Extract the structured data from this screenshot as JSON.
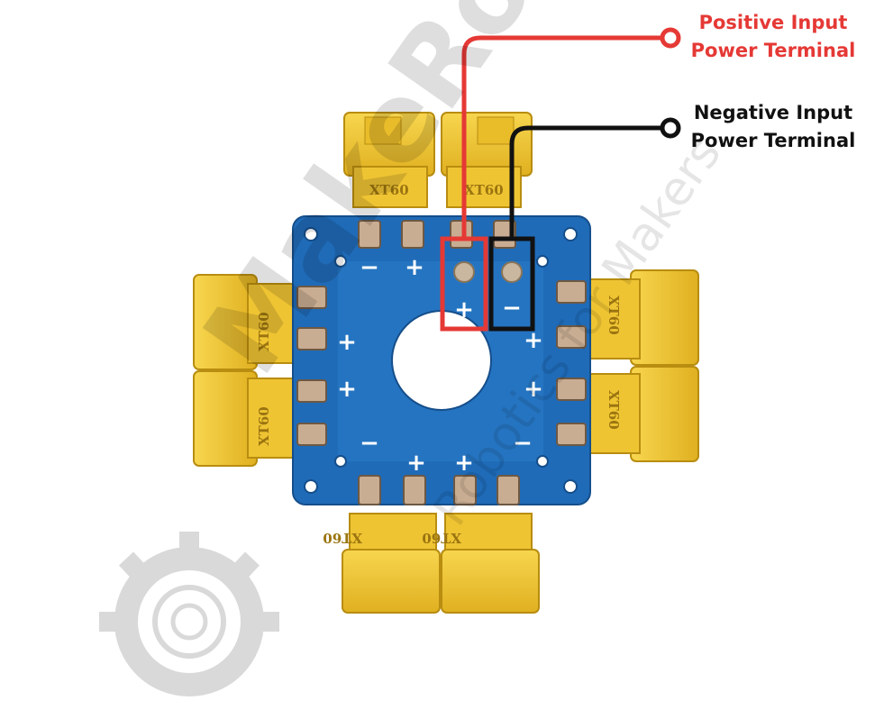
{
  "watermark": {
    "brand": "MakeRobotics",
    "tagline": "Robotics for Makers"
  },
  "annotations": {
    "positive": {
      "line1": "Positive Input",
      "line2": "Power Terminal",
      "color": "#e53935"
    },
    "negative": {
      "line1": "Negative Input",
      "line2": "Power Terminal",
      "color": "#111111"
    }
  },
  "board": {
    "pcb_color": "#1f6bb8",
    "connector_color": "#f2c93a",
    "connector_label": "XT60",
    "input_positive_symbol": "+",
    "input_negative_symbol": "−",
    "polarity_plus": "+",
    "polarity_minus": "−"
  }
}
